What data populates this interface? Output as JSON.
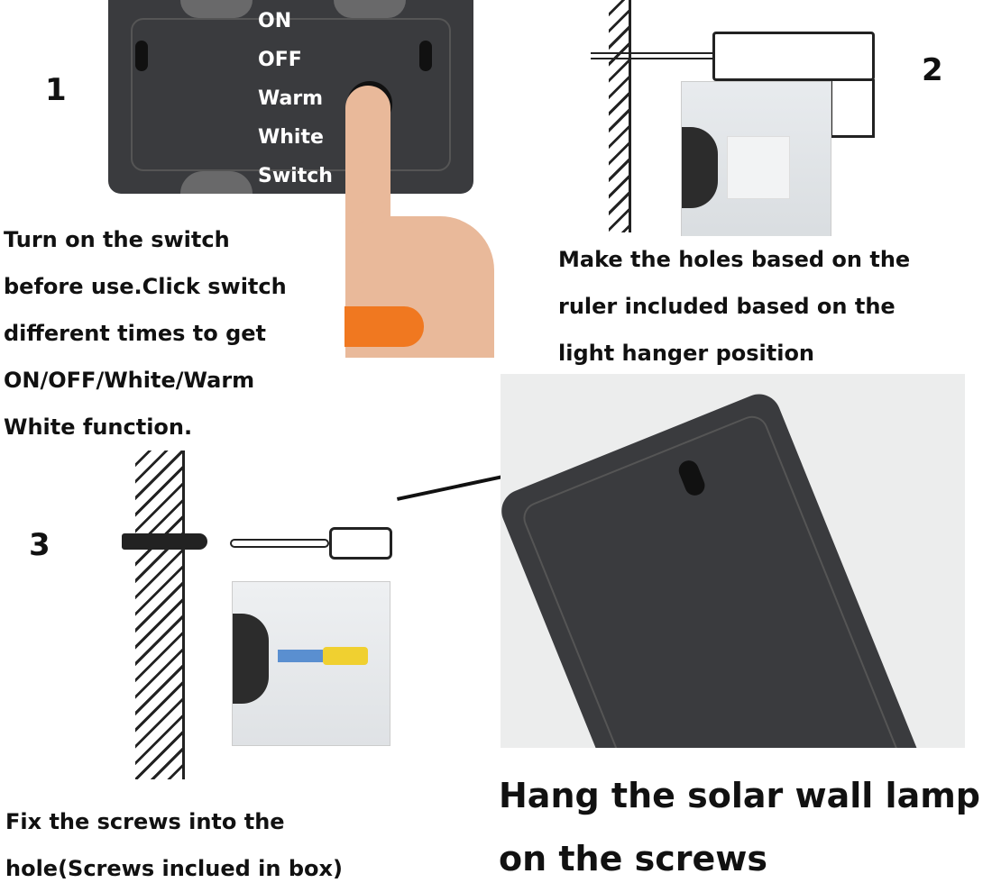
{
  "steps": [
    {
      "number": "1",
      "lines": [
        "Turn on the switch",
        "before use.Click switch",
        "different times to get",
        "ON/OFF/White/Warm",
        "White function."
      ],
      "switch_labels": [
        "ON",
        "OFF",
        "Warm",
        "White",
        "Switch"
      ]
    },
    {
      "number": "2",
      "lines": [
        "Make the holes based on the",
        "ruler included based on the",
        "light hanger position"
      ]
    },
    {
      "number": "3",
      "lines": [
        "Fix the screws into the",
        "hole(Screws inclued in box)"
      ]
    },
    {
      "lines": [
        "Hang the solar wall lamp",
        "on the screws"
      ]
    }
  ],
  "colors": {
    "lamp": "#3a3b3e",
    "orange_button": "#f07820",
    "skin": "#e9b99a"
  }
}
